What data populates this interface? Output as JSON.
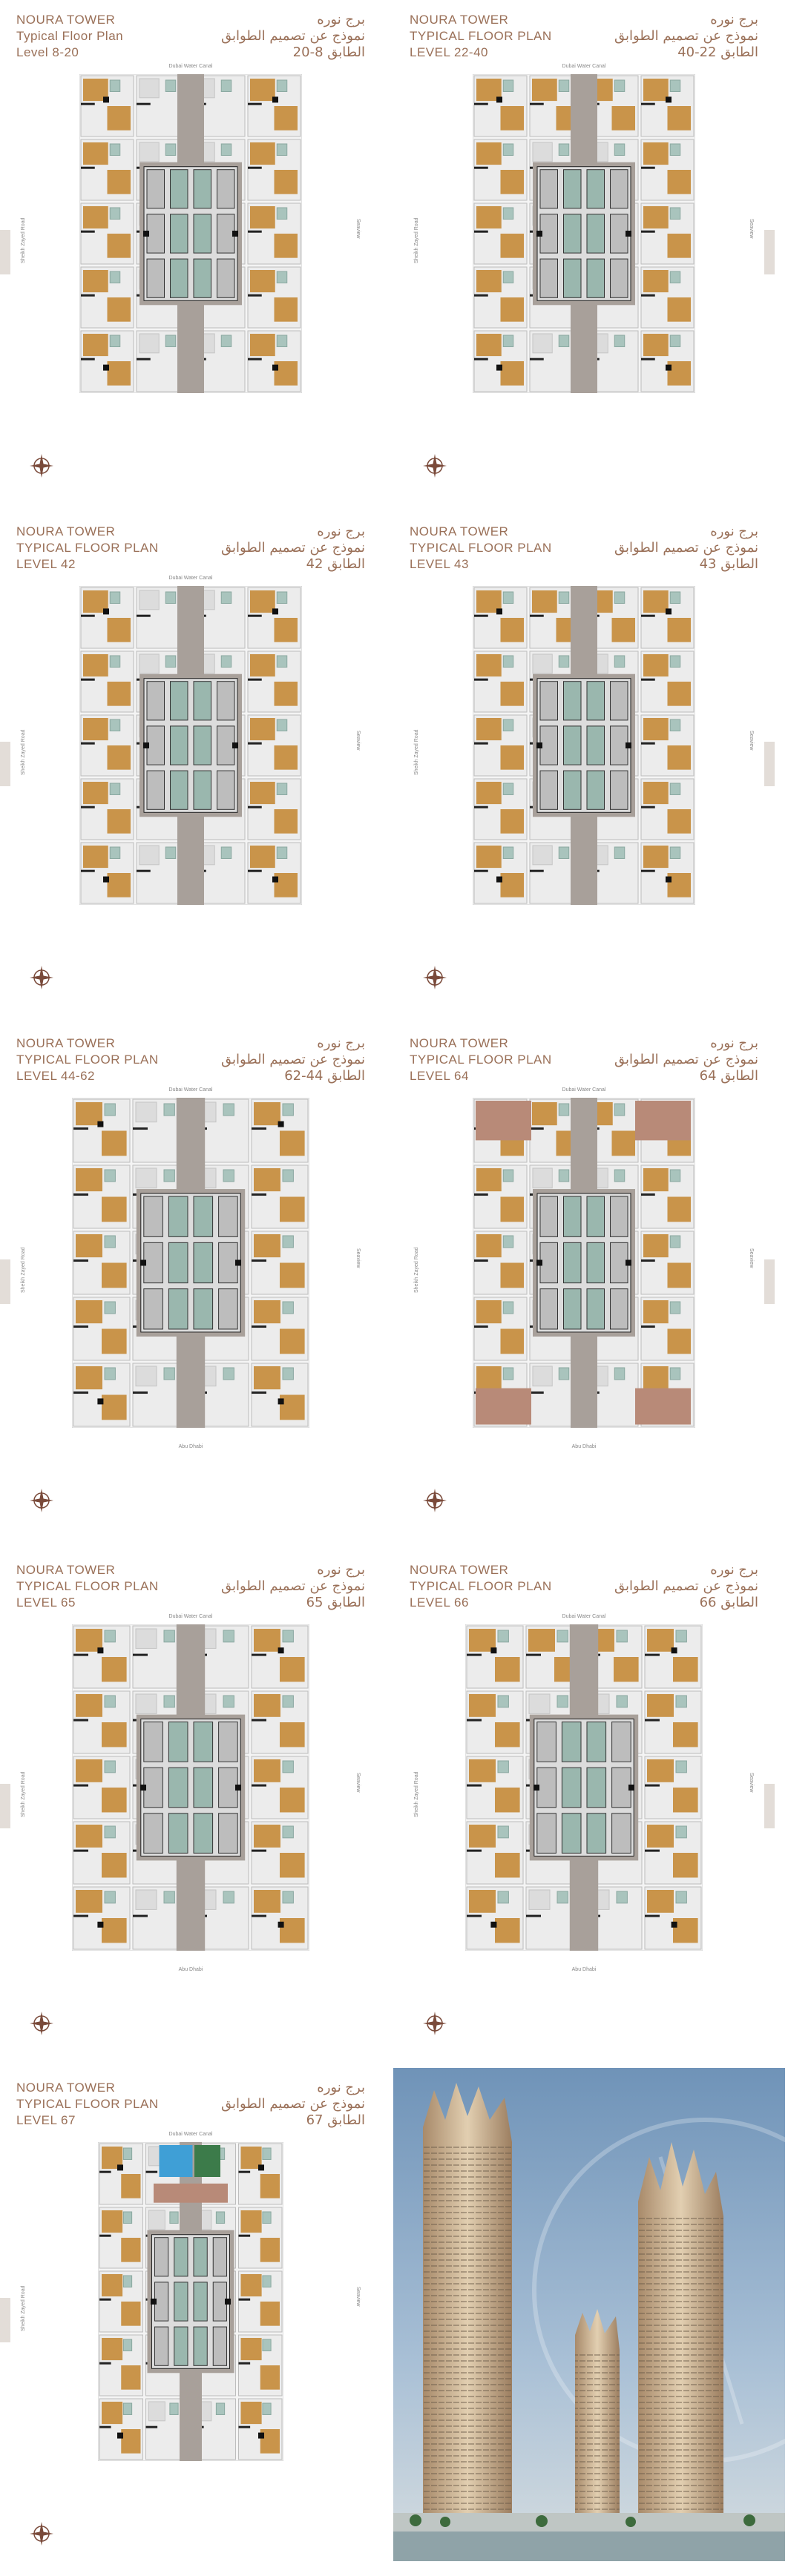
{
  "pages": [
    {
      "title_en": [
        "NOURA TOWER",
        "Typical Floor Plan",
        "Level 8-20"
      ],
      "title_ar": [
        "برج نوره",
        "نموذج عن تصميم الطوابق",
        "الطابق 8-20"
      ],
      "top_label": "Dubai Water Canal",
      "left_label": "Sheikh Zayed Road",
      "right_label": "Seaview",
      "bottom_label": ""
    },
    {
      "title_en": [
        "NOURA TOWER",
        "TYPICAL FLOOR PLAN",
        "LEVEL 22-40"
      ],
      "title_ar": [
        "برج نوره",
        "نموذج عن تصميم الطوابق",
        "الطابق 22-40"
      ],
      "top_label": "Dubai Water Canal",
      "left_label": "Sheikh Zayed Road",
      "right_label": "Seaview",
      "bottom_label": ""
    },
    {
      "title_en": [
        "NOURA TOWER",
        "TYPICAL FLOOR PLAN",
        "LEVEL 42"
      ],
      "title_ar": [
        "برج نوره",
        "نموذج عن تصميم الطوابق",
        "الطابق 42"
      ],
      "top_label": "Dubai Water Canal",
      "left_label": "Sheikh Zayed Road",
      "right_label": "Seaview",
      "bottom_label": ""
    },
    {
      "title_en": [
        "NOURA TOWER",
        "TYPICAL FLOOR PLAN",
        "LEVEL 43"
      ],
      "title_ar": [
        "برج نوره",
        "نموذج عن تصميم الطوابق",
        "الطابق 43"
      ],
      "top_label": "",
      "left_label": "Sheikh Zayed Road",
      "right_label": "Seaview",
      "bottom_label": ""
    },
    {
      "title_en": [
        "NOURA TOWER",
        "TYPICAL FLOOR PLAN",
        "LEVEL 44-62"
      ],
      "title_ar": [
        "برج نوره",
        "نموذج عن تصميم الطوابق",
        "الطابق 44-62"
      ],
      "top_label": "Dubai Water Canal",
      "left_label": "Sheikh Zayed Road",
      "right_label": "Seaview",
      "bottom_label": "Abu Dhabi"
    },
    {
      "title_en": [
        "NOURA TOWER",
        "TYPICAL FLOOR PLAN",
        "LEVEL 64"
      ],
      "title_ar": [
        "برج نوره",
        "نموذج عن تصميم الطوابق",
        "الطابق 64"
      ],
      "top_label": "Dubai Water Canal",
      "left_label": "Sheikh Zayed Road",
      "right_label": "Seaview",
      "bottom_label": "Abu Dhabi"
    },
    {
      "title_en": [
        "NOURA TOWER",
        "TYPICAL FLOOR PLAN",
        "LEVEL 65"
      ],
      "title_ar": [
        "برج نوره",
        "نموذج عن تصميم الطوابق",
        "الطابق 65"
      ],
      "top_label": "Dubai Water Canal",
      "left_label": "Sheikh Zayed Road",
      "right_label": "Seaview",
      "bottom_label": "Abu Dhabi"
    },
    {
      "title_en": [
        "NOURA TOWER",
        "TYPICAL FLOOR PLAN",
        "LEVEL 66"
      ],
      "title_ar": [
        "برج نوره",
        "نموذج عن تصميم الطوابق",
        "الطابق 66"
      ],
      "top_label": "Dubai Water Canal",
      "left_label": "Sheikh Zayed Road",
      "right_label": "Seaview",
      "bottom_label": "Abu Dhabi"
    },
    {
      "title_en": [
        "NOURA TOWER",
        "TYPICAL FLOOR PLAN",
        "LEVEL 67"
      ],
      "title_ar": [
        "برج نوره",
        "نموذج عن تصميم الطوابق",
        "الطابق 67"
      ],
      "top_label": "Dubai Water Canal",
      "left_label": "Sheikh Zayed Road",
      "right_label": "Seaview",
      "bottom_label": ""
    }
  ],
  "colors": {
    "heading": "#9a7058",
    "wood": "#c9944a",
    "core": "#4a4a4a",
    "corridor": "#a8a09a",
    "tile": "#e6e6e6",
    "mint": "#a9c4bd",
    "pool": "#3f9fd6",
    "terrace": "#b88a78"
  }
}
